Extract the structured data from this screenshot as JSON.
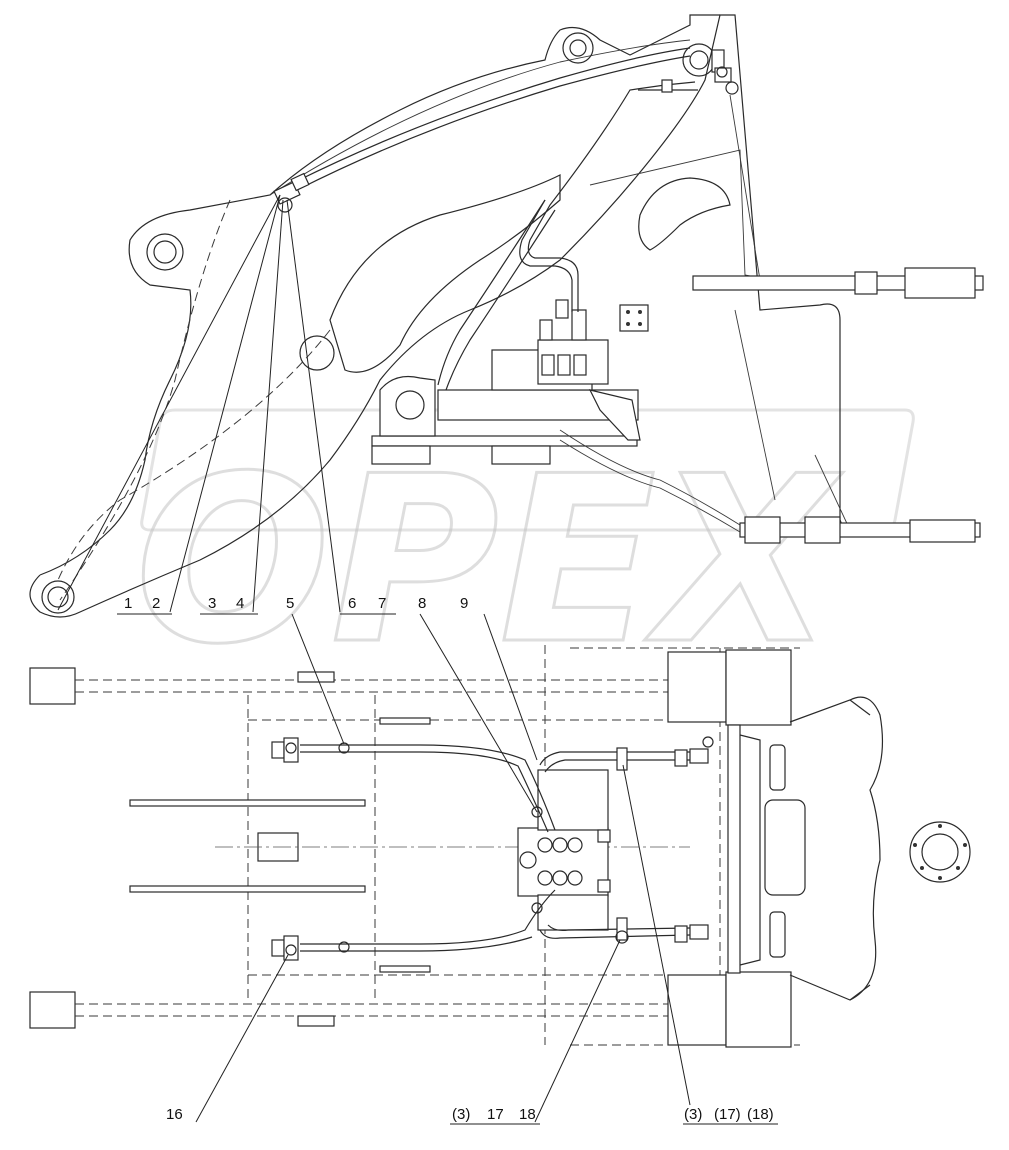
{
  "watermark": {
    "text": "OPEX"
  },
  "callouts": {
    "c1": "1",
    "c2": "2",
    "c3": "3",
    "c4": "4",
    "c5": "5",
    "c6": "6",
    "c7": "7",
    "c8": "8",
    "c9": "9",
    "c16": "16",
    "c3b": "(3)",
    "c17": "17",
    "c18": "18",
    "c3c": "(3)",
    "c17c": "(17)",
    "c18c": "(18)"
  }
}
